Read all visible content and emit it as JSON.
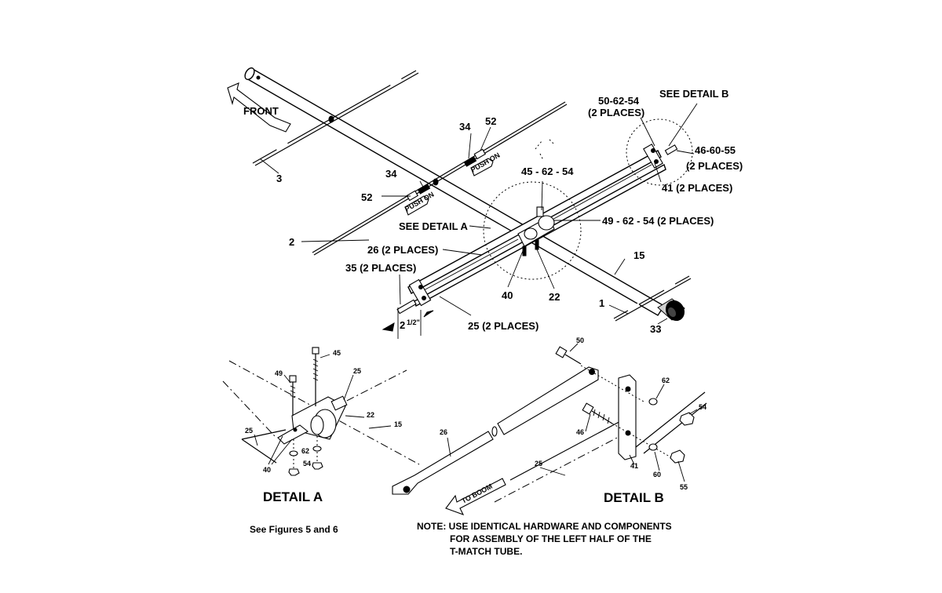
{
  "main": {
    "front": "FRONT",
    "push_on": "PUSH ON",
    "see_detail_a": "SEE DETAIL  A",
    "see_detail_b": "SEE DETAIL  B",
    "callouts": {
      "c1": "1",
      "c2": "2",
      "c3": "3",
      "c15": "15",
      "c22": "22",
      "c25": "25 (2 PLACES)",
      "c26": "26 (2 PLACES)",
      "c33": "33",
      "c34a": "34",
      "c34b": "34",
      "c35": "35 (2 PLACES)",
      "c40": "40",
      "c41": "41 (2 PLACES)",
      "c45": "45 - 62 - 54",
      "c49": "49 - 62 - 54 (2 PLACES)",
      "c50_a": "50-62-54",
      "c50_b": "(2 PLACES)",
      "c46_a": "46-60-55",
      "c46_b": "(2 PLACES)",
      "c52a": "52",
      "c52b": "52"
    },
    "dimension": "2",
    "dimension_frac": "1/2\""
  },
  "detail_a": {
    "title": "DETAIL A",
    "callouts": {
      "c45": "45",
      "c49": "49",
      "c25a": "25",
      "c25b": "25",
      "c22": "22",
      "c15": "15",
      "c40": "40",
      "c62": "62",
      "c54": "54"
    }
  },
  "detail_b": {
    "title": "DETAIL B",
    "to_boom": "TO BOOM",
    "callouts": {
      "c50": "50",
      "c26": "26",
      "c46": "46",
      "c62": "62",
      "c54": "54",
      "c25": "25",
      "c41": "41",
      "c60": "60",
      "c55": "55"
    }
  },
  "footer": {
    "see_figures": "See Figures 5 and 6",
    "note_line1": "NOTE: USE IDENTICAL HARDWARE AND COMPONENTS",
    "note_line2": "FOR ASSEMBLY OF THE LEFT HALF OF THE",
    "note_line3": "T-MATCH TUBE."
  }
}
